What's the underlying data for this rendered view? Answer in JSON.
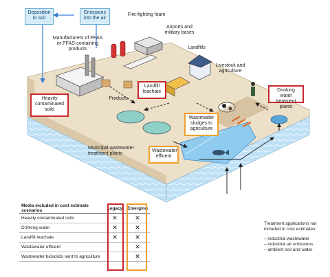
{
  "labels": {
    "deposition": "Deposition to soil",
    "emissions": "Emissions into the air",
    "foam": "Fire-fighting foam",
    "airports": "Airports and military bases",
    "manufacturers": "Manufacturers of PFAS or PFAS-containing products",
    "landfills": "Landfills",
    "livestock": "Livestock and agriculture",
    "heavily_soils": "Heavily contaminated soils",
    "landfill_leachate": "Landfill leachate",
    "products": "Products",
    "drinking_plants": "Drinking water treatment plants",
    "sludges": "Wastewater sludges to agriculture",
    "municipal": "Municipal wastewater treatment plants",
    "effluent": "Wastewater effluent"
  },
  "table": {
    "header": "Media included in cost estimate scenarios",
    "legacy": "Legacy",
    "emerging": "Emerging",
    "mark": "✕",
    "rows": [
      {
        "label": "Heavily contaminated soils",
        "legacy": true,
        "emerging": true
      },
      {
        "label": "Drinking water",
        "legacy": true,
        "emerging": true
      },
      {
        "label": "Landfill leachate",
        "legacy": true,
        "emerging": true
      },
      {
        "label": "Wastewater effluent",
        "legacy": false,
        "emerging": true
      },
      {
        "label": "Wastewater biosolids sent to agriculture",
        "legacy": false,
        "emerging": true
      }
    ]
  },
  "notes": {
    "title": "Treatment applications not included in cost estimates:",
    "items": [
      "– industrial wastewater",
      "– industrial air emissions",
      "– ambient soil and water"
    ]
  },
  "colors": {
    "legacy": "#c8282d",
    "emerging": "#f0a030",
    "arrow_blue": "#3a7bd5",
    "ground": "#efe3cf",
    "water": "#bfe0f5"
  }
}
